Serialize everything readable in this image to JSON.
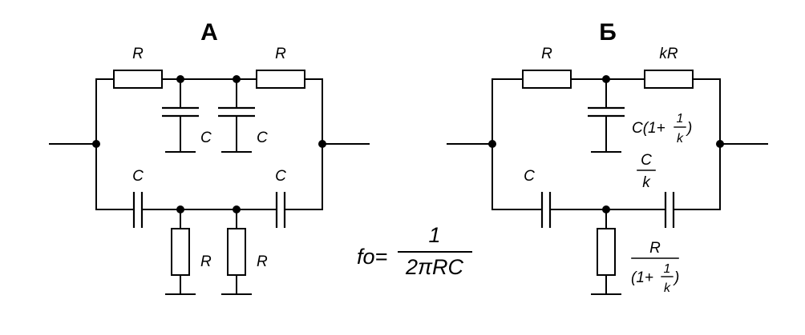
{
  "circuit_a": {
    "title": "А",
    "labels": {
      "r_top_left": "R",
      "r_top_right": "R",
      "c_mid_left": "C",
      "c_mid_right": "C",
      "c_bottom_left": "C",
      "c_bottom_right": "C",
      "r_bottom_left": "R",
      "r_bottom_right": "R"
    }
  },
  "circuit_b": {
    "title": "Б",
    "labels": {
      "r_top": "R",
      "kr_top": "kR",
      "c_mid_prefix": "C(1+",
      "c_mid_num": "1",
      "c_mid_den": "k",
      "c_mid_suffix": ")",
      "c_bottom_left": "C",
      "c_k_num": "C",
      "c_k_den": "k",
      "r_bottom_num": "R",
      "r_bottom_den_prefix": "(1+",
      "r_bottom_den_num": "1",
      "r_bottom_den_den": "k",
      "r_bottom_den_suffix": ")"
    }
  },
  "formula": {
    "lhs": "fo=",
    "numerator": "1",
    "denominator": "2πRC"
  }
}
